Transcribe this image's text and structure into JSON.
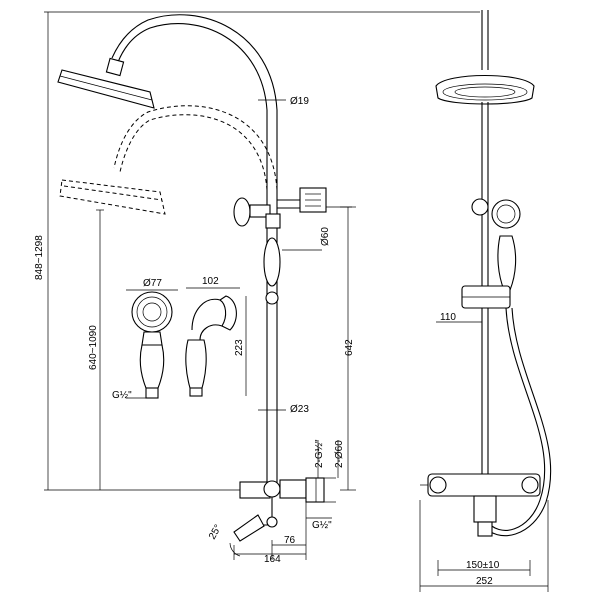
{
  "dimensions": {
    "height_range": "848~1298",
    "hand_shower_height_range": "640~1090",
    "head_pipe_diameter": "Ø19",
    "bracket_diameter": "Ø60",
    "hand_shower_diameter": "Ø77",
    "hand_shower_depth": "102",
    "hand_shower_length": "223",
    "hand_shower_thread": "G½\"",
    "riser_height": "642",
    "riser_diameter": "Ø23",
    "mixer_inlets": "2-G½\"",
    "mixer_escutcheons": "2-Ø60",
    "spout_angle": "25°",
    "spout_offset": "76",
    "spout_reach": "164",
    "outlet_thread": "G½\"",
    "wall_offset": "110",
    "inlet_centres": "150±10",
    "overall_width": "252"
  },
  "colors": {
    "line": "#000000",
    "background": "#ffffff"
  }
}
